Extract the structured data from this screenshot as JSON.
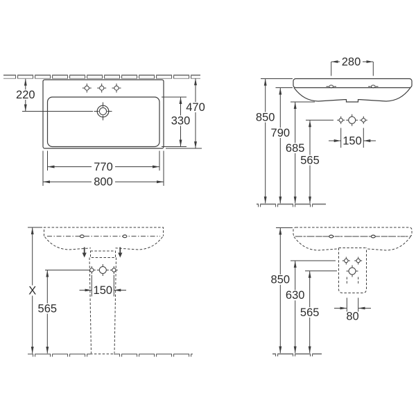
{
  "drawing_type": "washbasin technical dimension drawing",
  "line_color": "#3d3d3d",
  "background_color": "#ffffff",
  "views": {
    "plan": {
      "title": "top view (plan) of washbasin",
      "dims": {
        "wall_to_drain": "220",
        "total_depth": "470",
        "bowl_depth": "330",
        "bowl_width": "770",
        "total_width": "800"
      }
    },
    "front": {
      "title": "front elevation, wall mounted",
      "dims": {
        "tap_hole_spacing": "280",
        "rim_height": "850",
        "underside_height": "790",
        "trap_height": "685",
        "fixing_height": "565",
        "fixing_hole_spacing": "150"
      }
    },
    "pedestal": {
      "title": "elevation with full pedestal",
      "dims": {
        "rim_height": "X",
        "fixing_height": "565",
        "fixing_hole_spacing": "150"
      }
    },
    "semi_pedestal": {
      "title": "elevation with semi-pedestal",
      "dims": {
        "rim_height": "850",
        "upper_fixing_height": "630",
        "lower_fixing_height": "565",
        "outlet_hole_spacing": "80"
      }
    }
  }
}
